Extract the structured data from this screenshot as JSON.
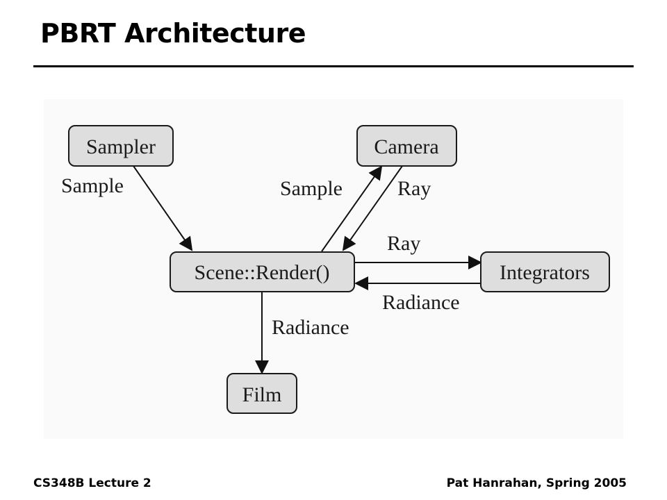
{
  "slide": {
    "title": "PBRT Architecture",
    "footer_left": "CS348B Lecture 2",
    "footer_right": "Pat Hanrahan, Spring 2005"
  },
  "diagram": {
    "nodes": {
      "sampler": "Sampler",
      "camera": "Camera",
      "scene_render": "Scene::Render()",
      "integrators": "Integrators",
      "film": "Film"
    },
    "edges": {
      "sampler_to_scene": "Sample",
      "scene_to_camera": "Sample",
      "camera_to_scene": "Ray",
      "scene_to_integrators": "Ray",
      "integrators_to_scene": "Radiance",
      "scene_to_film": "Radiance"
    }
  }
}
